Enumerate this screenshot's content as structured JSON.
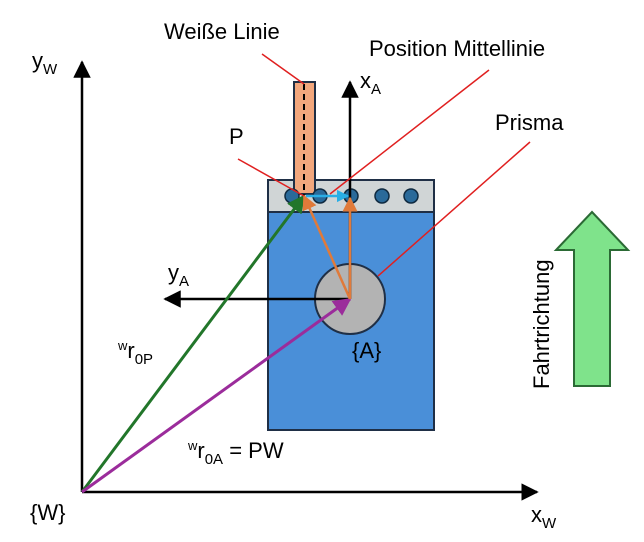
{
  "labels": {
    "weisse_linie": "Weiße Linie",
    "position_mittellinie": "Position Mittellinie",
    "prisma": "Prisma",
    "point_p": "P",
    "fahrtrichtung": "Fahrtrichtung",
    "frame_w": "{W}",
    "frame_a": "{A}",
    "xw_main": "x",
    "xw_sub": "W",
    "yw_main": "y",
    "yw_sub": "W",
    "xa_main": "x",
    "xa_sub": "A",
    "ya_main": "y",
    "ya_sub": "A",
    "r0p_sup": "w",
    "r0p_main": "r",
    "r0p_sub": "0P",
    "r0a_sup": "w",
    "r0a_main": "r",
    "r0a_sub": "0A",
    "r0a_suffix": " = PW"
  },
  "colors": {
    "robot_body": "#4a8fd8",
    "sensor_bar": "#d0d5d6",
    "sensor_dot": "#2a6a9a",
    "white_line": "#f2a77d",
    "prism": "#b3b3b3",
    "arrow_green": "#22762a",
    "arrow_purple": "#9b2c9b",
    "arrow_orange": "#e07a3a",
    "arrow_cyan": "#29aee6",
    "annotation_red": "#e02020",
    "direction_arrow": "#7fe38b",
    "axes": "#000000"
  }
}
